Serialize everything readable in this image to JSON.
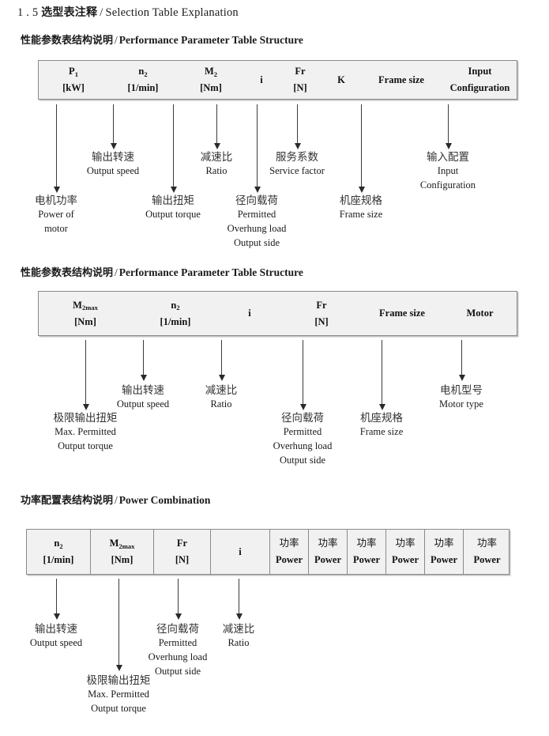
{
  "document": {
    "title_number": "1 . 5",
    "title_cn": "选型表注释",
    "title_sep": "/",
    "title_en": "Selection Table Explanation"
  },
  "sections": [
    {
      "id": "performance-parameter-1",
      "heading_cn": "性能参数表结构说明",
      "heading_sep": "/",
      "heading_en": "Performance Parameter Table Structure",
      "table": {
        "dividers": false,
        "columns": [
          {
            "line1": "P",
            "sub1": "1",
            "line2": "[kW]"
          },
          {
            "line1": "n",
            "sub1": "2",
            "line2": "[1/min]"
          },
          {
            "line1": "M",
            "sub1": "2",
            "line2": "[Nm]"
          },
          {
            "line1": "i",
            "sub1": "",
            "line2": ""
          },
          {
            "line1": "Fr",
            "sub1": "",
            "line2": "[N]"
          },
          {
            "line1": "K",
            "sub1": "",
            "line2": ""
          },
          {
            "line1": "Frame size",
            "sub1": "",
            "line2": ""
          },
          {
            "line1": "Input",
            "sub1": "",
            "line2": "Configuration"
          }
        ]
      },
      "callouts": [
        {
          "cn": "电机功率",
          "en": [
            "Power of",
            "motor"
          ]
        },
        {
          "cn": "输出转速",
          "en": [
            "Output speed"
          ]
        },
        {
          "cn": "输出扭矩",
          "en": [
            "Output torque"
          ]
        },
        {
          "cn": "减速比",
          "en": [
            "Ratio"
          ]
        },
        {
          "cn": "径向载荷",
          "en": [
            "Permitted",
            "Overhung load",
            "Output side"
          ]
        },
        {
          "cn": "服务系数",
          "en": [
            "Service factor"
          ]
        },
        {
          "cn": "机座规格",
          "en": [
            "Frame size"
          ]
        },
        {
          "cn": "输入配置",
          "en": [
            "Input",
            "Configuration"
          ]
        }
      ]
    },
    {
      "id": "performance-parameter-2",
      "heading_cn": "性能参数表结构说明",
      "heading_sep": "/",
      "heading_en": "Performance Parameter Table Structure",
      "table": {
        "dividers": false,
        "columns": [
          {
            "line1": "M",
            "sub1": "2max",
            "line2": "[Nm]"
          },
          {
            "line1": "n",
            "sub1": "2",
            "line2": "[1/min]"
          },
          {
            "line1": "i",
            "sub1": "",
            "line2": ""
          },
          {
            "line1": "Fr",
            "sub1": "",
            "line2": "[N]"
          },
          {
            "line1": "Frame size",
            "sub1": "",
            "line2": ""
          },
          {
            "line1": "Motor",
            "sub1": "",
            "line2": ""
          }
        ]
      },
      "callouts": [
        {
          "cn": "极限输出扭矩",
          "en": [
            "Max. Permitted",
            "Output  torque"
          ]
        },
        {
          "cn": "输出转速",
          "en": [
            "Output speed"
          ]
        },
        {
          "cn": "减速比",
          "en": [
            "Ratio"
          ]
        },
        {
          "cn": "径向载荷",
          "en": [
            "Permitted",
            "Overhung load",
            "Output side"
          ]
        },
        {
          "cn": "机座规格",
          "en": [
            "Frame size"
          ]
        },
        {
          "cn": "电机型号",
          "en": [
            "Motor type"
          ]
        }
      ]
    },
    {
      "id": "power-combination",
      "heading_cn": "功率配置表结构说明",
      "heading_sep": "/",
      "heading_en": "Power Combination",
      "table": {
        "dividers": true,
        "columns": [
          {
            "line1": "n",
            "sub1": "2",
            "line2": "[1/min]"
          },
          {
            "line1": "M",
            "sub1": "2max",
            "line2": "[Nm]"
          },
          {
            "line1": "Fr",
            "sub1": "",
            "line2": "[N]"
          },
          {
            "line1": "i",
            "sub1": "",
            "line2": ""
          },
          {
            "line1_cn": "功率",
            "line2": "Power"
          },
          {
            "line1_cn": "功率",
            "line2": "Power"
          },
          {
            "line1_cn": "功率",
            "line2": "Power"
          },
          {
            "line1_cn": "功率",
            "line2": "Power"
          },
          {
            "line1_cn": "功率",
            "line2": "Power"
          },
          {
            "line1_cn": "功率",
            "line2": "Power"
          }
        ]
      },
      "callouts": [
        {
          "cn": "输出转速",
          "en": [
            "Output speed"
          ]
        },
        {
          "cn": "极限输出扭矩",
          "en": [
            "Max. Permitted",
            "Output  torque"
          ]
        },
        {
          "cn": "径向载荷",
          "en": [
            "Permitted",
            "Overhung load",
            "Output side"
          ]
        },
        {
          "cn": "减速比",
          "en": [
            "Ratio"
          ]
        }
      ]
    }
  ],
  "colors": {
    "table_fill": "#f1f1f1",
    "table_border": "#8a8a8a",
    "arrow": "#2a2a2a",
    "text": "#1a1a1a"
  }
}
